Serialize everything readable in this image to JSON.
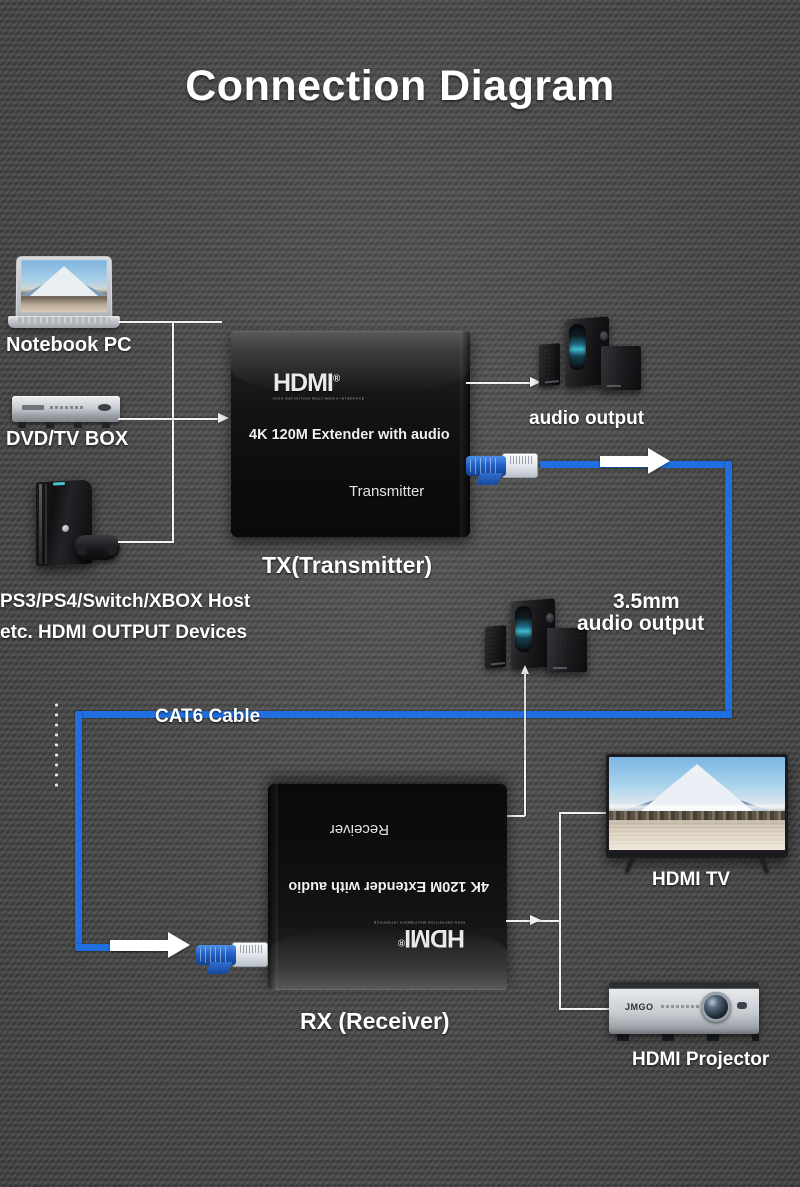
{
  "title": "Connection Diagram",
  "background": {
    "base_color": "#4d4d4d",
    "texture": "carbon-fiber-weave"
  },
  "colors": {
    "cable_blue": "#1f6fe0",
    "signal_line": "#f2f2f2",
    "text": "#ffffff"
  },
  "sources": {
    "laptop": {
      "label": "Notebook PC",
      "screen_image": "mount-fuji"
    },
    "dvd": {
      "label": "DVD/TV BOX"
    },
    "console": {
      "label_line1": "PS3/PS4/Switch/XBOX Host",
      "label_line2": "etc. HDMI OUTPUT Devices"
    }
  },
  "transmitter": {
    "brand": "HDMI",
    "brand_mark": "®",
    "brand_subtext": "HIGH DEFINITION MULTIMEDIA INTERFACE",
    "model": "4K 120M Extender with audio",
    "role": "Transmitter",
    "caption": "TX(Transmitter)"
  },
  "receiver": {
    "brand": "HDMI",
    "brand_mark": "®",
    "brand_subtext": "HIGH DEFINITION MULTIMEDIA INTERFACE",
    "model": "4K 120M Extender with audio",
    "role": "Receiver",
    "caption": "RX (Receiver)",
    "orientation": "rotated-180"
  },
  "cable": {
    "label": "CAT6 Cable",
    "color": "#1f6fe0",
    "connector": "RJ45"
  },
  "outputs": {
    "tx_audio": {
      "label": "audio output",
      "device": "2.1-speaker-system"
    },
    "rx_audio": {
      "label_line1": "3.5mm",
      "label_line2": "audio output",
      "device": "2.1-speaker-system"
    },
    "tv": {
      "label": "HDMI TV",
      "screen_image": "mount-fuji"
    },
    "projector": {
      "label": "HDMI Projector",
      "brand": "JMGO"
    }
  }
}
